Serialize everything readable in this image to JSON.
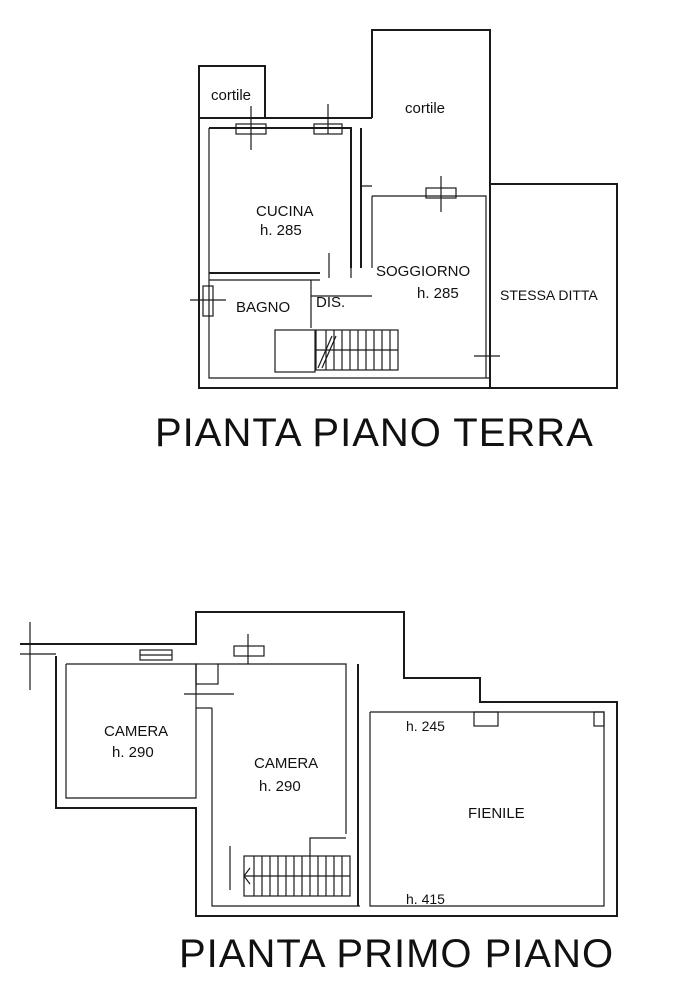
{
  "ground_floor": {
    "title": "PIANTA PIANO TERRA",
    "rooms": {
      "cortile_small": "cortile",
      "cortile_large": "cortile",
      "cucina_name": "CUCINA",
      "cucina_height": "h. 285",
      "soggiorno_name": "SOGGIORNO",
      "soggiorno_height": "h. 285",
      "bagno_name": "BAGNO",
      "dis_name": "DIS.",
      "stessa_ditta": "STESSA DITTA"
    }
  },
  "first_floor": {
    "title": "PIANTA PRIMO PIANO",
    "rooms": {
      "camera1_name": "CAMERA",
      "camera1_height": "h. 290",
      "camera2_name": "CAMERA",
      "camera2_height": "h. 290",
      "fienile_name": "FIENILE",
      "fienile_height_top": "h. 245",
      "fienile_height_bottom": "h. 415"
    }
  },
  "colors": {
    "line": "#1a1a1a",
    "background": "#ffffff"
  }
}
